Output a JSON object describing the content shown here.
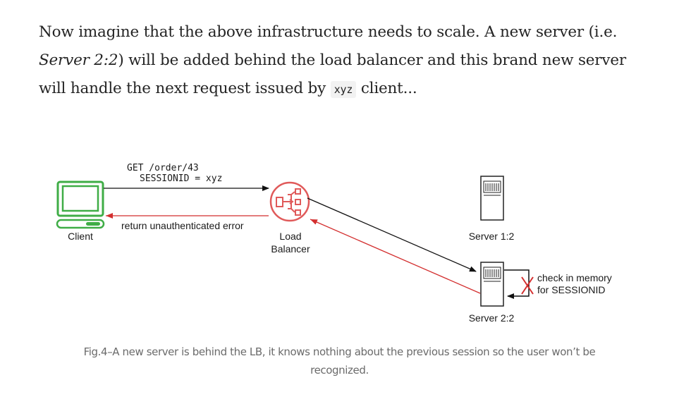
{
  "paragraph": {
    "part1": "Now imagine that the above infrastructure needs to scale. A new server (i.e. ",
    "italic": "Server 2:2",
    "part2": ") will be added behind the load balancer and this brand new server will handle the next request issued by ",
    "code": "xyz",
    "part3": " client..."
  },
  "diagram": {
    "request_line1": "GET /order/43",
    "request_line2": "SESSIONID = xyz",
    "response_label": "return unauthenticated error",
    "client_label": "Client",
    "lb_label_line1": "Load",
    "lb_label_line2": "Balancer",
    "server1_label": "Server 1:2",
    "server2_label": "Server 2:2",
    "check_line1": "check in memory",
    "check_line2": "for SESSIONID",
    "colors": {
      "client_green": "#3fad46",
      "lb_red": "#e05a5a",
      "error_red": "#d32f2f",
      "line_black": "#111111"
    }
  },
  "caption": "Fig.4–A new server is behind the LB, it knows nothing about the previous session so the user won’t be recognized."
}
